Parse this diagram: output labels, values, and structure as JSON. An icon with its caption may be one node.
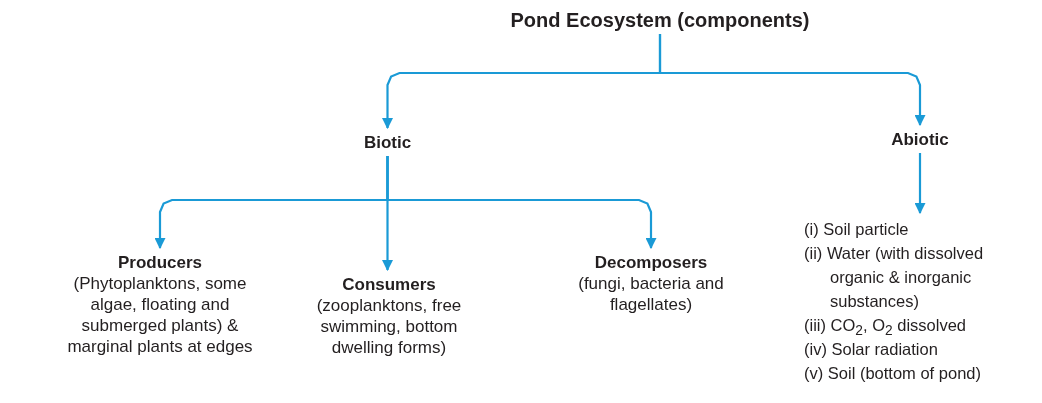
{
  "diagram": {
    "nodes": [
      {
        "text": [
          "Pond Ecosystem (components)"
        ]
      },
      {
        "text": [
          "Biotic"
        ]
      },
      {
        "text": [
          "Abiotic"
        ]
      },
      {
        "text": [
          "Producers",
          "(Phytoplanktons, some algae, floating and submerged plants) & marginal plants at edges"
        ]
      },
      {
        "text": [
          "Consumers",
          "(zooplanktons, free swimming, bottom dwelling forms)"
        ]
      },
      {
        "text": [
          "Decomposers",
          "(fungi, bacteria and flagellates)"
        ]
      },
      {
        "text": [
          "(i) Soil particle",
          "(ii) Water (with dissolved organic & inorganic substances)",
          "(iii) CO$_{2}$, O$_{2}$ dissolved",
          "(iv) Solar radiation",
          "(v) Soil (bottom of pond)"
        ]
      }
    ],
    "edges": [
      {
        "from": 0,
        "to": 1,
        "arrow": "to"
      },
      {
        "from": 0,
        "to": 2,
        "arrow": "to"
      },
      {
        "from": 1,
        "to": 3,
        "arrow": "to"
      },
      {
        "from": 1,
        "to": 4,
        "arrow": "to"
      },
      {
        "from": 1,
        "to": 5,
        "arrow": "to"
      },
      {
        "from": 2,
        "to": 6,
        "arrow": "to"
      }
    ]
  }
}
